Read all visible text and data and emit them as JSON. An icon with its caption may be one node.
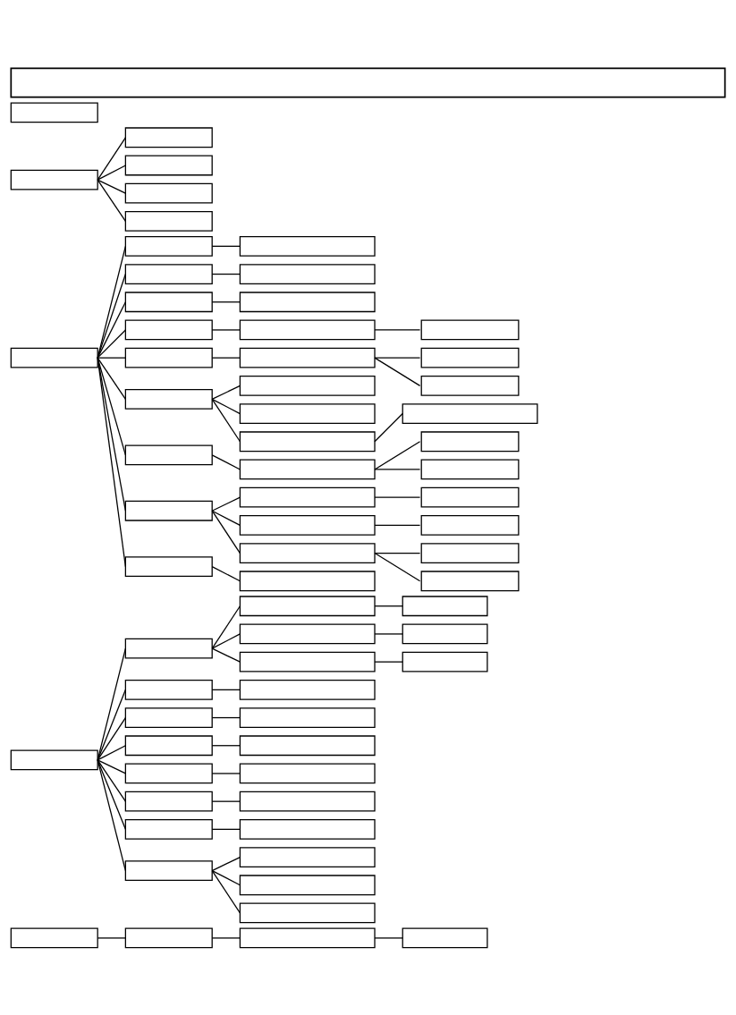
{
  "diagram": {
    "nodes": [
      {
        "text": [],
        "shape": "box"
      },
      {
        "text": [],
        "shape": "box"
      },
      {
        "text": [],
        "shape": "box"
      },
      {
        "text": [],
        "shape": "box"
      },
      {
        "text": [],
        "shape": "box"
      },
      {
        "text": [],
        "shape": "box"
      },
      {
        "text": [],
        "shape": "box"
      },
      {
        "text": [],
        "shape": "box"
      },
      {
        "text": [],
        "shape": "box"
      },
      {
        "text": [],
        "shape": "box"
      },
      {
        "text": [],
        "shape": "box"
      },
      {
        "text": [],
        "shape": "box"
      },
      {
        "text": [],
        "shape": "box"
      },
      {
        "text": [],
        "shape": "box"
      },
      {
        "text": [],
        "shape": "box"
      },
      {
        "text": [],
        "shape": "box"
      },
      {
        "text": [],
        "shape": "box"
      },
      {
        "text": [],
        "shape": "box"
      },
      {
        "text": [],
        "shape": "box"
      },
      {
        "text": [],
        "shape": "box"
      },
      {
        "text": [],
        "shape": "box"
      },
      {
        "text": [],
        "shape": "box"
      },
      {
        "text": [],
        "shape": "box"
      },
      {
        "text": [],
        "shape": "box"
      },
      {
        "text": [],
        "shape": "box"
      },
      {
        "text": [],
        "shape": "box"
      },
      {
        "text": [],
        "shape": "box"
      },
      {
        "text": [],
        "shape": "box"
      },
      {
        "text": [],
        "shape": "box"
      },
      {
        "text": [],
        "shape": "box"
      },
      {
        "text": [],
        "shape": "box"
      },
      {
        "text": [],
        "shape": "box"
      },
      {
        "text": [],
        "shape": "box"
      },
      {
        "text": [],
        "shape": "box"
      },
      {
        "text": [],
        "shape": "box"
      },
      {
        "text": [],
        "shape": "box"
      },
      {
        "text": [],
        "shape": "box"
      },
      {
        "text": [],
        "shape": "box"
      },
      {
        "text": [],
        "shape": "box"
      },
      {
        "text": [],
        "shape": "box"
      },
      {
        "text": [],
        "shape": "box"
      },
      {
        "text": [],
        "shape": "box"
      },
      {
        "text": [],
        "shape": "box"
      },
      {
        "text": [],
        "shape": "box"
      },
      {
        "text": [],
        "shape": "box"
      },
      {
        "text": [],
        "shape": "box"
      },
      {
        "text": [],
        "shape": "box"
      },
      {
        "text": [],
        "shape": "box"
      },
      {
        "text": [],
        "shape": "box"
      },
      {
        "text": [],
        "shape": "box"
      },
      {
        "text": [],
        "shape": "box"
      },
      {
        "text": [],
        "shape": "box"
      },
      {
        "text": [],
        "shape": "box"
      },
      {
        "text": [],
        "shape": "box"
      },
      {
        "text": [],
        "shape": "box"
      },
      {
        "text": [],
        "shape": "box"
      },
      {
        "text": [],
        "shape": "box"
      },
      {
        "text": [],
        "shape": "box"
      },
      {
        "text": [],
        "shape": "box"
      },
      {
        "text": [],
        "shape": "box"
      },
      {
        "text": [],
        "shape": "box"
      },
      {
        "text": [],
        "shape": "box"
      },
      {
        "text": [],
        "shape": "box"
      },
      {
        "text": [],
        "shape": "box"
      },
      {
        "text": [],
        "shape": "box"
      },
      {
        "text": [],
        "shape": "box"
      },
      {
        "text": [],
        "shape": "box"
      },
      {
        "text": [],
        "shape": "box"
      }
    ],
    "edges": [
      {
        "from": 2,
        "to": 3,
        "arrow": "none"
      },
      {
        "from": 2,
        "to": 4,
        "arrow": "none"
      },
      {
        "from": 2,
        "to": 5,
        "arrow": "none"
      },
      {
        "from": 2,
        "to": 6,
        "arrow": "none"
      },
      {
        "from": 7,
        "to": 8,
        "arrow": "none"
      },
      {
        "from": 8,
        "to": 9,
        "arrow": "none"
      },
      {
        "from": 7,
        "to": 10,
        "arrow": "none"
      },
      {
        "from": 10,
        "to": 11,
        "arrow": "none"
      },
      {
        "from": 7,
        "to": 12,
        "arrow": "none"
      },
      {
        "from": 12,
        "to": 13,
        "arrow": "none"
      },
      {
        "from": 7,
        "to": 14,
        "arrow": "none"
      },
      {
        "from": 14,
        "to": 15,
        "arrow": "none"
      },
      {
        "from": 15,
        "to": 16,
        "arrow": "none"
      },
      {
        "from": 7,
        "to": 17,
        "arrow": "none"
      },
      {
        "from": 17,
        "to": 18,
        "arrow": "none"
      },
      {
        "from": 18,
        "to": 19,
        "arrow": "none"
      },
      {
        "from": 18,
        "to": 20,
        "arrow": "none"
      },
      {
        "from": 7,
        "to": 21,
        "arrow": "none"
      },
      {
        "from": 21,
        "to": 22,
        "arrow": "none"
      },
      {
        "from": 21,
        "to": 23,
        "arrow": "none"
      },
      {
        "from": 21,
        "to": 24,
        "arrow": "none"
      },
      {
        "from": 24,
        "to": 25,
        "arrow": "none"
      },
      {
        "from": 7,
        "to": 26,
        "arrow": "none"
      },
      {
        "from": 26,
        "to": 27,
        "arrow": "none"
      },
      {
        "from": 27,
        "to": 28,
        "arrow": "none"
      },
      {
        "from": 27,
        "to": 29,
        "arrow": "none"
      },
      {
        "from": 7,
        "to": 30,
        "arrow": "none"
      },
      {
        "from": 30,
        "to": 31,
        "arrow": "none"
      },
      {
        "from": 31,
        "to": 32,
        "arrow": "none"
      },
      {
        "from": 30,
        "to": 33,
        "arrow": "none"
      },
      {
        "from": 33,
        "to": 34,
        "arrow": "none"
      },
      {
        "from": 30,
        "to": 35,
        "arrow": "none"
      },
      {
        "from": 35,
        "to": 36,
        "arrow": "none"
      },
      {
        "from": 35,
        "to": 37,
        "arrow": "none"
      },
      {
        "from": 7,
        "to": 38,
        "arrow": "none"
      },
      {
        "from": 38,
        "to": 39,
        "arrow": "none"
      },
      {
        "from": 40,
        "to": 41,
        "arrow": "none"
      },
      {
        "from": 41,
        "to": 42,
        "arrow": "none"
      },
      {
        "from": 42,
        "to": 43,
        "arrow": "none"
      },
      {
        "from": 41,
        "to": 44,
        "arrow": "none"
      },
      {
        "from": 44,
        "to": 45,
        "arrow": "none"
      },
      {
        "from": 41,
        "to": 46,
        "arrow": "none"
      },
      {
        "from": 46,
        "to": 47,
        "arrow": "none"
      },
      {
        "from": 40,
        "to": 48,
        "arrow": "none"
      },
      {
        "from": 48,
        "to": 49,
        "arrow": "none"
      },
      {
        "from": 40,
        "to": 50,
        "arrow": "none"
      },
      {
        "from": 50,
        "to": 51,
        "arrow": "none"
      },
      {
        "from": 40,
        "to": 52,
        "arrow": "none"
      },
      {
        "from": 52,
        "to": 53,
        "arrow": "none"
      },
      {
        "from": 40,
        "to": 54,
        "arrow": "none"
      },
      {
        "from": 54,
        "to": 55,
        "arrow": "none"
      },
      {
        "from": 40,
        "to": 56,
        "arrow": "none"
      },
      {
        "from": 56,
        "to": 57,
        "arrow": "none"
      },
      {
        "from": 40,
        "to": 58,
        "arrow": "none"
      },
      {
        "from": 58,
        "to": 59,
        "arrow": "none"
      },
      {
        "from": 40,
        "to": 60,
        "arrow": "none"
      },
      {
        "from": 60,
        "to": 61,
        "arrow": "none"
      },
      {
        "from": 60,
        "to": 62,
        "arrow": "none"
      },
      {
        "from": 60,
        "to": 63,
        "arrow": "none"
      },
      {
        "from": 64,
        "to": 65,
        "arrow": "none"
      },
      {
        "from": 65,
        "to": 66,
        "arrow": "none"
      },
      {
        "from": 66,
        "to": 67,
        "arrow": "none"
      }
    ]
  }
}
